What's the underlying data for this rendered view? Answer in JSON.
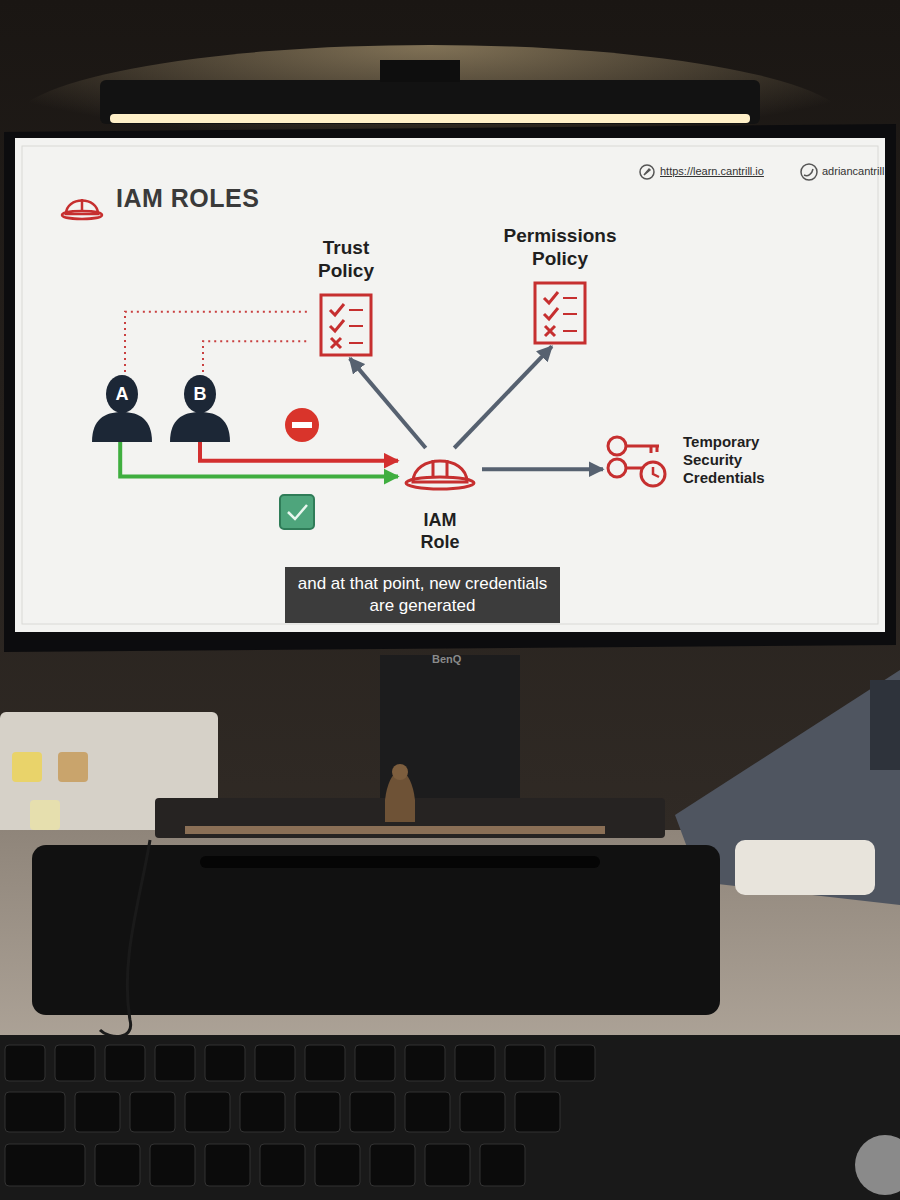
{
  "diagram": {
    "title": "IAM ROLES",
    "nodes": [
      {
        "text": [
          "Trust Policy"
        ]
      },
      {
        "text": [
          "Permissions Policy"
        ]
      },
      {
        "text": [
          "A"
        ]
      },
      {
        "text": [
          "B"
        ]
      },
      {
        "text": [
          "IAM Role"
        ]
      },
      {
        "text": [
          "Temporary Security Credentials"
        ]
      }
    ],
    "edges": [
      {
        "from": 2,
        "to": 4,
        "arrow": "to"
      },
      {
        "from": 3,
        "to": 4,
        "arrow": "to"
      },
      {
        "from": 4,
        "to": 0,
        "arrow": "to"
      },
      {
        "from": 4,
        "to": 1,
        "arrow": "to"
      },
      {
        "from": 4,
        "to": 5,
        "arrow": "to"
      },
      {
        "from": 2,
        "to": 0,
        "arrow": "none"
      },
      {
        "from": 3,
        "to": 0,
        "arrow": "none"
      }
    ],
    "labels": [
      "https://learn.cantrill.io",
      "adriancantrill",
      "and at that point, new credentials are generated",
      "BenQ"
    ]
  }
}
